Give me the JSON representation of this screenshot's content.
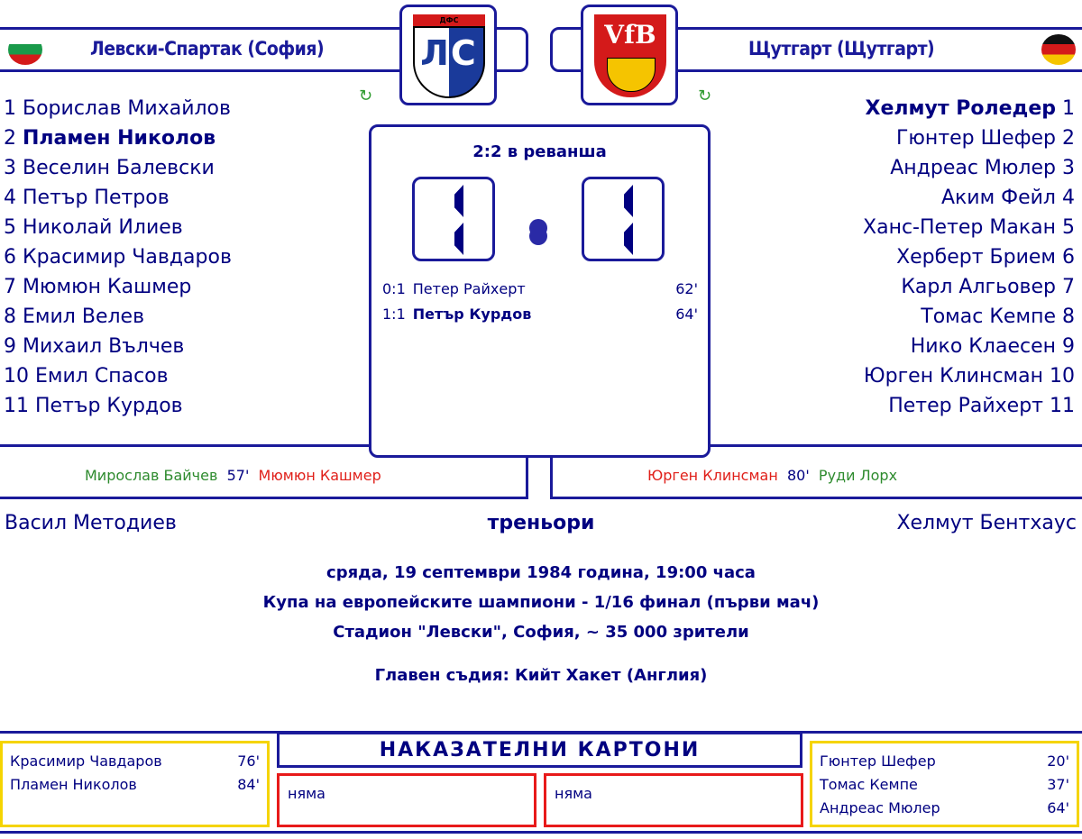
{
  "home": {
    "name": "Левски-Спартак (София)",
    "logo_text": "ДФС",
    "logo_letters": "ЛС",
    "coach": "Васил Методиев",
    "players": [
      {
        "n": "1",
        "name": "Борислав Михайлов"
      },
      {
        "n": "2",
        "name": "Пламен Николов",
        "bold": true
      },
      {
        "n": "3",
        "name": "Веселин Балевски"
      },
      {
        "n": "4",
        "name": "Петър Петров"
      },
      {
        "n": "5",
        "name": "Николай Илиев"
      },
      {
        "n": "6",
        "name": "Красимир Чавдаров"
      },
      {
        "n": "7",
        "name": "Мюмюн Кашмер"
      },
      {
        "n": "8",
        "name": "Емил Велев"
      },
      {
        "n": "9",
        "name": "Михаил Вълчев"
      },
      {
        "n": "10",
        "name": "Емил Спасов"
      },
      {
        "n": "11",
        "name": "Петър Курдов"
      }
    ],
    "sub": {
      "in": "Мирослав Байчев",
      "minute": "57'",
      "out": "Мюмюн Кашмер"
    },
    "cards": [
      {
        "name": "Красимир Чавдаров",
        "minute": "76'"
      },
      {
        "name": "Пламен Николов",
        "minute": "84'"
      }
    ],
    "red_cards": "няма"
  },
  "away": {
    "name": "Щутгарт (Щутгарт)",
    "logo_text": "VfB",
    "coach": "Хелмут Бентхаус",
    "players": [
      {
        "n": "1",
        "name": "Хелмут Роледер",
        "bold": true
      },
      {
        "n": "2",
        "name": "Гюнтер Шефер"
      },
      {
        "n": "3",
        "name": "Андреас Мюлер"
      },
      {
        "n": "4",
        "name": "Аким Фейл"
      },
      {
        "n": "5",
        "name": "Ханс-Петер Макан"
      },
      {
        "n": "6",
        "name": "Херберт Брием"
      },
      {
        "n": "7",
        "name": "Карл Алгьовер"
      },
      {
        "n": "8",
        "name": "Томас Кемпе"
      },
      {
        "n": "9",
        "name": "Нико Клаесен"
      },
      {
        "n": "10",
        "name": "Юрген Клинсман"
      },
      {
        "n": "11",
        "name": "Петер Райхерт"
      }
    ],
    "sub": {
      "out": "Юрген Клинсман",
      "minute": "80'",
      "in": "Руди Лорх"
    },
    "cards": [
      {
        "name": "Гюнтер Шефер",
        "minute": "20'"
      },
      {
        "name": "Томас Кемпе",
        "minute": "37'"
      },
      {
        "name": "Андреас Мюлер",
        "minute": "64'"
      }
    ],
    "red_cards": "няма"
  },
  "score": {
    "note": "2:2 в реванша",
    "home": 1,
    "away": 1,
    "goals": [
      {
        "score": "0:1",
        "scorer": "Петер Райхерт",
        "minute": "62'"
      },
      {
        "score": "1:1",
        "scorer": "Петър Курдов",
        "minute": "64'",
        "bold": true
      }
    ]
  },
  "coaches_label": "треньори",
  "info": {
    "date": "сряда, 19 септември 1984 година, 19:00 часа",
    "competition": "Купа на европейските шампиони - 1/16 финал (първи мач)",
    "venue": "Стадион \"Левски\", София, ~ 35 000 зрители",
    "referee": "Главен съдия: Кийт Хакет (Англия)"
  },
  "cards_title": "НАКАЗАТЕЛНИ КАРТОНИ"
}
